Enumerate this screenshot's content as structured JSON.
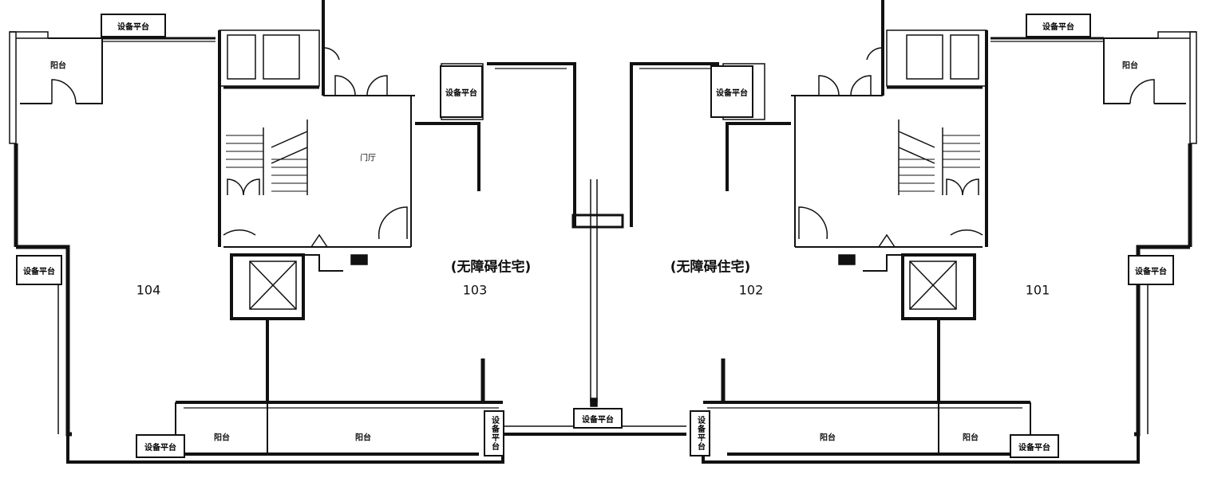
{
  "plan": {
    "units": [
      {
        "id": "104",
        "number": "104"
      },
      {
        "id": "103",
        "number": "103",
        "note": "(无障碍住宅)"
      },
      {
        "id": "102",
        "number": "102",
        "note": "(无障碍住宅)"
      },
      {
        "id": "101",
        "number": "101"
      }
    ],
    "labels": {
      "balcony": "阳台",
      "equipment_platform": "设备平台",
      "lobby": "门厅"
    }
  }
}
